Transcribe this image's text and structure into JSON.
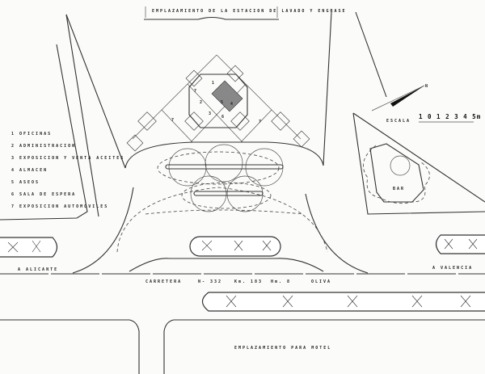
{
  "title": "EMPLAZAMIENTO DE LA ESTACION DE LAVADO Y ENGRASE",
  "legend": [
    "1 OFICINAS",
    "2 ADMINISTRACION",
    "3 EXPOSICION Y VENTA ACEITES",
    "4 ALMACEN",
    "5 ASEOS",
    "6 SALA DE ESPERA",
    "7 EXPOSICION AUTOMOVILES"
  ],
  "scale": {
    "label": "ESCALA",
    "ticks": "1 0 1 2 3 4 5m"
  },
  "north": "N",
  "bar_label": "BAR",
  "road": {
    "left_direction": "A ALICANTE",
    "right_direction": "A VALENCIA",
    "name": [
      "CARRETERA",
      "N- 332",
      "Km. 183",
      "Hm. 8",
      "OLIVA"
    ]
  },
  "motel_label": "EMPLAZAMIENTO PARA MOTEL",
  "room_numbers": [
    "1",
    "2",
    "3",
    "4",
    "5",
    "6",
    "7",
    "7",
    "7"
  ]
}
